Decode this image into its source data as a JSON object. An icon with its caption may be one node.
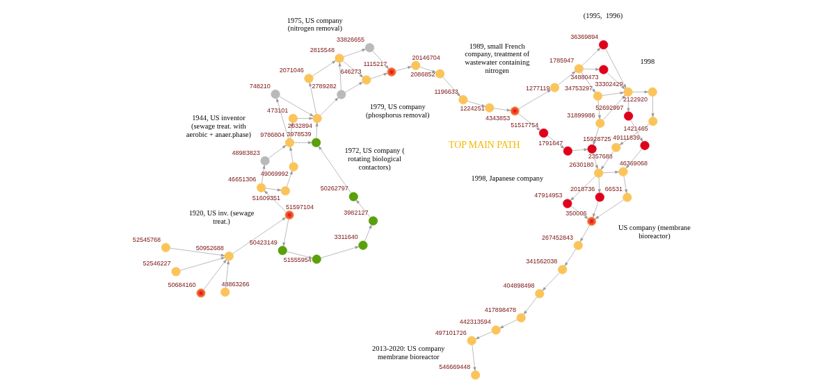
{
  "diagram": {
    "nodes": [
      {
        "text": [],
        "shape": "circle",
        "beside": [
          "50684160"
        ]
      },
      {
        "text": [],
        "shape": "circle",
        "beside": [
          "52545768"
        ]
      },
      {
        "text": [],
        "shape": "circle",
        "beside": [
          "48863266"
        ]
      },
      {
        "text": [],
        "shape": "circle",
        "beside": [
          "52546227"
        ]
      },
      {
        "text": [],
        "shape": "circle",
        "beside": [
          "50952688"
        ]
      },
      {
        "text": [],
        "shape": "circle",
        "beside": [
          "51597104"
        ]
      },
      {
        "text": [],
        "shape": "circle",
        "beside": [
          "46651306"
        ]
      },
      {
        "text": [],
        "shape": "circle",
        "beside": [
          "51609351"
        ]
      },
      {
        "text": [],
        "shape": "circle",
        "beside": [
          "49069992"
        ]
      },
      {
        "text": [],
        "shape": "circle",
        "beside": [
          "9786804"
        ]
      },
      {
        "text": [],
        "shape": "circle",
        "beside": [
          "473101"
        ]
      },
      {
        "text": [],
        "shape": "circle",
        "beside": [
          "2032894"
        ]
      },
      {
        "text": [],
        "shape": "circle",
        "beside": [
          "48983823"
        ]
      },
      {
        "text": [],
        "shape": "circle",
        "beside": [
          "748210"
        ]
      },
      {
        "text": [],
        "shape": "circle",
        "beside": [
          "2789282"
        ]
      },
      {
        "text": [],
        "shape": "circle",
        "beside": [
          "2071046"
        ]
      },
      {
        "text": [],
        "shape": "circle",
        "beside": [
          "2815548"
        ]
      },
      {
        "text": [],
        "shape": "circle",
        "beside": [
          "646273"
        ]
      },
      {
        "text": [],
        "shape": "circle",
        "beside": [
          "1115217"
        ]
      },
      {
        "text": [],
        "shape": "circle",
        "beside": [
          "20146704"
        ]
      },
      {
        "text": [],
        "shape": "circle",
        "beside": [
          "2086852"
        ]
      },
      {
        "text": [],
        "shape": "circle",
        "beside": [
          "1196633"
        ]
      },
      {
        "text": [],
        "shape": "circle",
        "beside": [
          "1224251"
        ]
      },
      {
        "text": [],
        "shape": "circle",
        "beside": [
          "4343853"
        ]
      },
      {
        "text": [],
        "shape": "circle",
        "beside": [
          "1277119"
        ]
      },
      {
        "text": [],
        "shape": "circle",
        "beside": [
          "1785947"
        ]
      },
      {
        "text": [],
        "shape": "circle",
        "beside": [
          "34753297"
        ]
      },
      {
        "text": [],
        "shape": "circle",
        "beside": [
          "31899986"
        ]
      },
      {
        "text": [],
        "shape": "circle",
        "beside": [
          "33302429"
        ]
      },
      {
        "text": [],
        "shape": "circle",
        "beside": [
          "2122920"
        ]
      },
      {
        "text": [],
        "shape": "circle",
        "beside": [
          "1421465"
        ]
      },
      {
        "text": [],
        "shape": "circle",
        "beside": [
          "15928725"
        ]
      },
      {
        "text": [],
        "shape": "circle",
        "beside": [
          "2630180"
        ]
      },
      {
        "text": [],
        "shape": "circle",
        "beside": [
          "46369068"
        ]
      },
      {
        "text": [],
        "shape": "circle",
        "beside": [
          "66531"
        ]
      },
      {
        "text": [],
        "shape": "circle",
        "beside": [
          "350006"
        ]
      },
      {
        "text": [],
        "shape": "circle",
        "beside": [
          "267452843"
        ]
      },
      {
        "text": [],
        "shape": "circle",
        "beside": [
          "341562038"
        ]
      },
      {
        "text": [],
        "shape": "circle",
        "beside": [
          "404898498"
        ]
      },
      {
        "text": [],
        "shape": "circle",
        "beside": [
          "417898478"
        ]
      },
      {
        "text": [],
        "shape": "circle",
        "beside": [
          "442313594"
        ]
      },
      {
        "text": [],
        "shape": "circle",
        "beside": [
          "497101726"
        ]
      },
      {
        "text": [],
        "shape": "circle",
        "beside": [
          "546669448"
        ]
      },
      {
        "text": [],
        "shape": "circle",
        "beside": [
          "3978539"
        ]
      },
      {
        "text": [],
        "shape": "circle",
        "beside": [
          "50423149"
        ]
      },
      {
        "text": [],
        "shape": "circle",
        "beside": [
          "51555954"
        ]
      },
      {
        "text": [],
        "shape": "circle",
        "beside": [
          "3311640"
        ]
      },
      {
        "text": [],
        "shape": "circle",
        "beside": [
          "3982127"
        ]
      },
      {
        "text": [],
        "shape": "circle",
        "beside": [
          "50262797"
        ]
      },
      {
        "text": [],
        "shape": "circle",
        "beside": [
          "33826655"
        ]
      },
      {
        "text": [],
        "shape": "circle",
        "beside": [
          "51517754"
        ]
      },
      {
        "text": [],
        "shape": "circle",
        "beside": [
          "1791647"
        ]
      },
      {
        "text": [],
        "shape": "circle",
        "beside": [
          "52692997"
        ]
      },
      {
        "text": [],
        "shape": "circle",
        "beside": [
          "49111839"
        ]
      },
      {
        "text": [],
        "shape": "circle",
        "beside": [
          "2357688"
        ]
      },
      {
        "text": [],
        "shape": "circle",
        "beside": [
          "47914953"
        ]
      },
      {
        "text": [],
        "shape": "circle",
        "beside": [
          "36369894"
        ]
      },
      {
        "text": [],
        "shape": "circle",
        "beside": [
          "34880473"
        ]
      },
      {
        "text": [],
        "shape": "circle",
        "beside": [
          "2018736"
        ]
      }
    ],
    "edges": [
      {
        "from": 0,
        "to": 4,
        "arrow": "to"
      },
      {
        "from": 1,
        "to": 4,
        "arrow": "to"
      },
      {
        "from": 2,
        "to": 4,
        "arrow": "to"
      },
      {
        "from": 3,
        "to": 4,
        "arrow": "to"
      },
      {
        "from": 4,
        "to": 5,
        "arrow": "to"
      },
      {
        "from": 5,
        "to": 6,
        "arrow": "to"
      },
      {
        "from": 6,
        "to": 7,
        "arrow": "to"
      },
      {
        "from": 7,
        "to": 8,
        "arrow": "to"
      },
      {
        "from": 8,
        "to": 9,
        "arrow": "to"
      },
      {
        "from": 9,
        "to": 10,
        "arrow": "to"
      },
      {
        "from": 10,
        "to": 11,
        "arrow": "to"
      },
      {
        "from": 11,
        "to": 15,
        "arrow": "to"
      },
      {
        "from": 15,
        "to": 16,
        "arrow": "to"
      },
      {
        "from": 16,
        "to": 17,
        "arrow": "to"
      },
      {
        "from": 17,
        "to": 18,
        "arrow": "to"
      },
      {
        "from": 18,
        "to": 19,
        "arrow": "to"
      },
      {
        "from": 19,
        "to": 20,
        "arrow": "to"
      },
      {
        "from": 20,
        "to": 21,
        "arrow": "to"
      },
      {
        "from": 21,
        "to": 22,
        "arrow": "to"
      },
      {
        "from": 22,
        "to": 23,
        "arrow": "to"
      },
      {
        "from": 23,
        "to": 24,
        "arrow": "to"
      },
      {
        "from": 24,
        "to": 25,
        "arrow": "to"
      },
      {
        "from": 25,
        "to": 26,
        "arrow": "to"
      },
      {
        "from": 26,
        "to": 27,
        "arrow": "to"
      },
      {
        "from": 26,
        "to": 28,
        "arrow": "to"
      },
      {
        "from": 27,
        "to": 28,
        "arrow": "to"
      },
      {
        "from": 28,
        "to": 29,
        "arrow": "to"
      },
      {
        "from": 29,
        "to": 30,
        "arrow": "to"
      },
      {
        "from": 30,
        "to": 31,
        "arrow": "to"
      },
      {
        "from": 31,
        "to": 32,
        "arrow": "to"
      },
      {
        "from": 32,
        "to": 33,
        "arrow": "to"
      },
      {
        "from": 33,
        "to": 34,
        "arrow": "to"
      },
      {
        "from": 34,
        "to": 35,
        "arrow": "to"
      },
      {
        "from": 35,
        "to": 36,
        "arrow": "to"
      },
      {
        "from": 36,
        "to": 37,
        "arrow": "to"
      },
      {
        "from": 37,
        "to": 38,
        "arrow": "to"
      },
      {
        "from": 38,
        "to": 39,
        "arrow": "to"
      },
      {
        "from": 39,
        "to": 40,
        "arrow": "to"
      },
      {
        "from": 40,
        "to": 41,
        "arrow": "to"
      },
      {
        "from": 41,
        "to": 42,
        "arrow": "to"
      },
      {
        "from": 5,
        "to": 44,
        "arrow": "to"
      },
      {
        "from": 44,
        "to": 45,
        "arrow": "to"
      },
      {
        "from": 45,
        "to": 46,
        "arrow": "to"
      },
      {
        "from": 46,
        "to": 47,
        "arrow": "to"
      },
      {
        "from": 47,
        "to": 48,
        "arrow": "to"
      },
      {
        "from": 48,
        "to": 43,
        "arrow": "to"
      },
      {
        "from": 9,
        "to": 43,
        "arrow": "to"
      },
      {
        "from": 43,
        "to": 11,
        "arrow": "to"
      },
      {
        "from": 6,
        "to": 12,
        "arrow": "to"
      },
      {
        "from": 12,
        "to": 9,
        "arrow": "to"
      },
      {
        "from": 9,
        "to": 13,
        "arrow": "to"
      },
      {
        "from": 13,
        "to": 11,
        "arrow": "to"
      },
      {
        "from": 11,
        "to": 14,
        "arrow": "to"
      },
      {
        "from": 14,
        "to": 16,
        "arrow": "to"
      },
      {
        "from": 14,
        "to": 17,
        "arrow": "to"
      },
      {
        "from": 16,
        "to": 49,
        "arrow": "to"
      },
      {
        "from": 49,
        "to": 18,
        "arrow": "to"
      },
      {
        "from": 23,
        "to": 50,
        "arrow": "to"
      },
      {
        "from": 50,
        "to": 51,
        "arrow": "to"
      },
      {
        "from": 51,
        "to": 54,
        "arrow": "to"
      },
      {
        "from": 52,
        "to": 53,
        "arrow": "to"
      },
      {
        "from": 28,
        "to": 52,
        "arrow": "to"
      },
      {
        "from": 27,
        "to": 54,
        "arrow": "to"
      },
      {
        "from": 54,
        "to": 32,
        "arrow": "to"
      },
      {
        "from": 53,
        "to": 33,
        "arrow": "to"
      },
      {
        "from": 32,
        "to": 55,
        "arrow": "to"
      },
      {
        "from": 55,
        "to": 35,
        "arrow": "to"
      },
      {
        "from": 25,
        "to": 56,
        "arrow": "to"
      },
      {
        "from": 25,
        "to": 57,
        "arrow": "to"
      },
      {
        "from": 56,
        "to": 28,
        "arrow": "to"
      },
      {
        "from": 57,
        "to": 28,
        "arrow": "to"
      },
      {
        "from": 32,
        "to": 58,
        "arrow": "to"
      },
      {
        "from": 58,
        "to": 35,
        "arrow": "to"
      }
    ],
    "labels": [
      "1920, US inv. (sewage treat.)",
      "1944, US inventor (sewage treat. with aerobic + anaer.phase)",
      "1975, US company (nitrogen removal)",
      "1979, US company (phosphorus removal)",
      "1972, US company ( rotating biological contactors)",
      "1989, small French company, treatment of wastewater containing nitrogen",
      "1998, Japanese company",
      "1998",
      "TOP MAIN PATH",
      "(1995,  1996)",
      "US company (membrane bioreactor)",
      "2013-2020: US company membrane bioreactor"
    ]
  }
}
